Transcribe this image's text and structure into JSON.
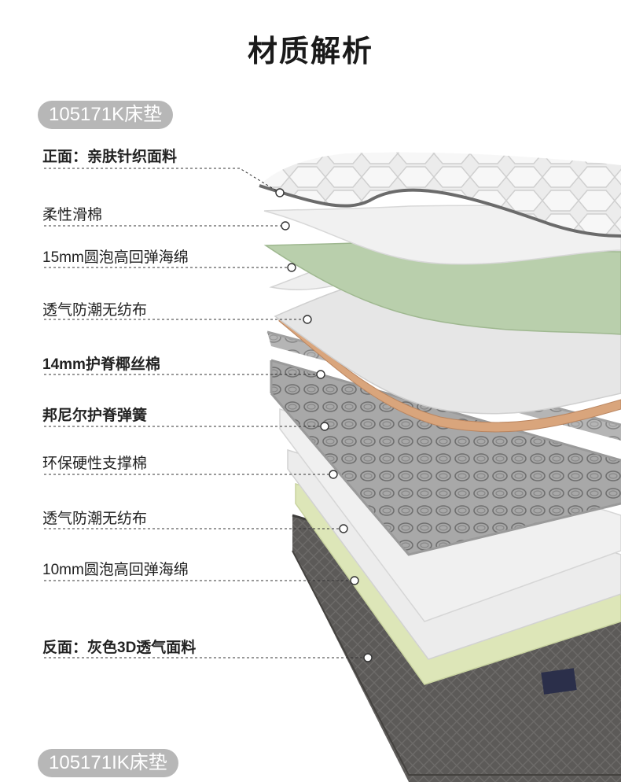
{
  "title": "材质解析",
  "product_top": "105171K床垫",
  "product_bottom": "105171IK床垫",
  "layers": [
    {
      "label": "正面：亲肤针织面料",
      "bold": true
    },
    {
      "label": "柔性滑棉",
      "bold": false
    },
    {
      "label": "15mm圆泡高回弹海绵",
      "bold": false
    },
    {
      "label": "透气防潮无纺布",
      "bold": false
    },
    {
      "label": "14mm护脊椰丝棉",
      "bold": true
    },
    {
      "label": "邦尼尔护脊弹簧",
      "bold": true
    },
    {
      "label": "环保硬性支撑棉",
      "bold": false
    },
    {
      "label": "透气防潮无纺布",
      "bold": false
    },
    {
      "label": "10mm圆泡高回弹海绵",
      "bold": false
    },
    {
      "label": "反面：灰色3D透气面料",
      "bold": true
    }
  ],
  "colors": {
    "knit_fabric": "#e9e9e9",
    "soft_cotton": "#f2f2f2",
    "green_foam": "#b9cfac",
    "coir": "#d9a57c",
    "spring": "#8d8d8d",
    "light_green_foam": "#dde6b8",
    "grey_fabric": "#5c5a58",
    "pill": "#b7b7b7"
  }
}
